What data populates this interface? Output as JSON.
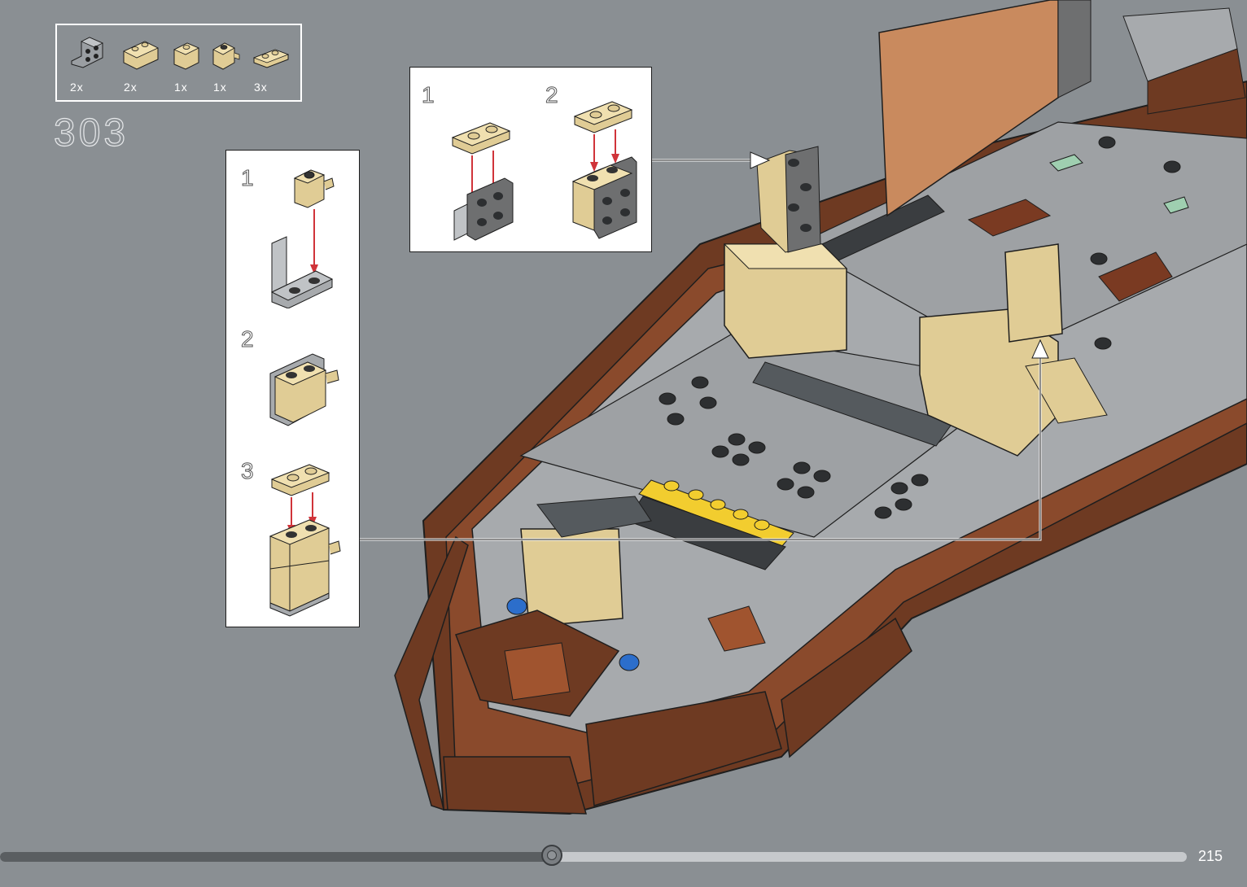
{
  "step": {
    "number": "303"
  },
  "parts": [
    {
      "name": "bracket-icon",
      "qty": "2x",
      "color": "#9a9ea2"
    },
    {
      "name": "brick-1x2-icon",
      "qty": "2x",
      "color": "#e0cc95"
    },
    {
      "name": "brick-1x1-icon",
      "qty": "1x",
      "color": "#e0cc95"
    },
    {
      "name": "brick-1x1-clip-icon",
      "qty": "1x",
      "color": "#e0cc95"
    },
    {
      "name": "plate-1x2-icon",
      "qty": "3x",
      "color": "#e0cc95"
    }
  ],
  "callout_left": {
    "substeps": [
      "1",
      "2",
      "3"
    ]
  },
  "callout_top": {
    "substeps": [
      "1",
      "2"
    ]
  },
  "page": {
    "number": "215",
    "progress": 0.465
  },
  "colors": {
    "background": "#8a8f93",
    "tan": "#e0cc95",
    "light-gray": "#a7aaad",
    "dark-gray": "#555a5e",
    "reddish-brown": "#6e3a22",
    "arrow-red": "#d0343a"
  }
}
